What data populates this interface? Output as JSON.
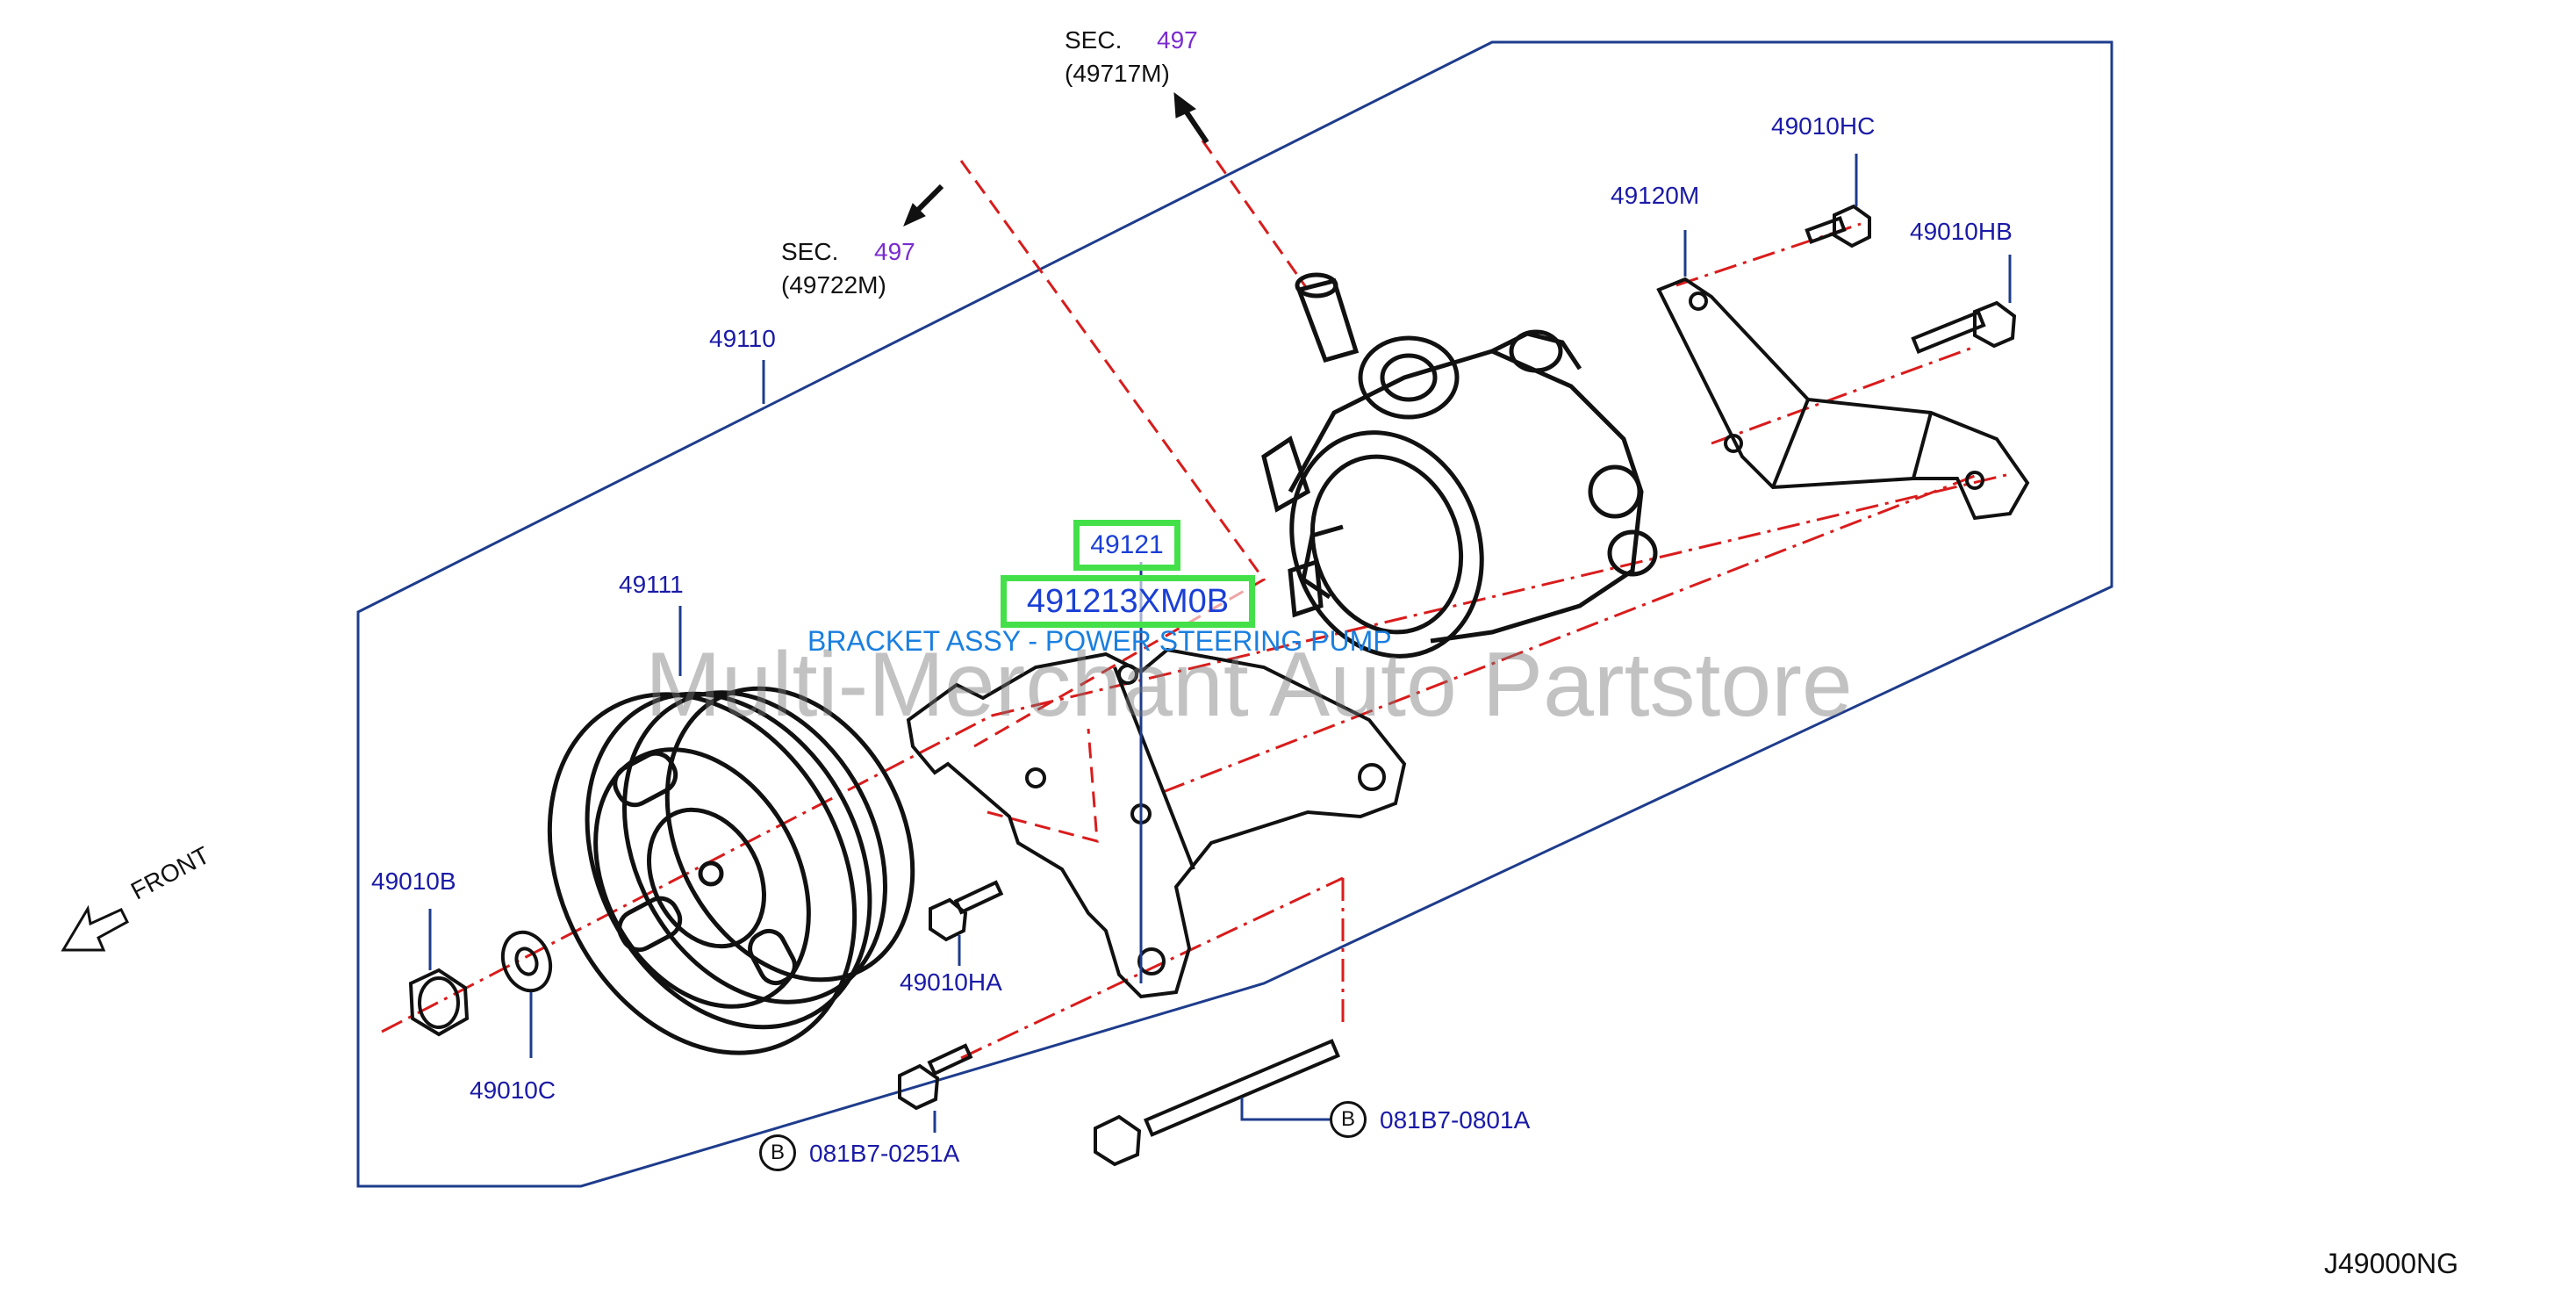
{
  "diagram_code": "J49000NG",
  "watermark": "Multi-Merchant Auto Partstore",
  "section_refs": [
    {
      "sec": "SEC.",
      "num": "497",
      "code": "(49717M)"
    },
    {
      "sec": "SEC.",
      "num": "497",
      "code": "(49722M)"
    }
  ],
  "front_label": "FRONT",
  "highlight": {
    "part": "49121",
    "part_number": "491213XM0B",
    "description": "BRACKET ASSY - POWER STEERING PUMP"
  },
  "callouts": {
    "p49110": "49110",
    "p49111": "49111",
    "p49120M": "49120M",
    "p49010HC": "49010HC",
    "p49010HB": "49010HB",
    "p49010B": "49010B",
    "p49010C": "49010C",
    "p49010HA": "49010HA",
    "bolt_a": "081B7-0251A",
    "bolt_b": "081B7-0801A"
  },
  "bolt_marker": "B"
}
